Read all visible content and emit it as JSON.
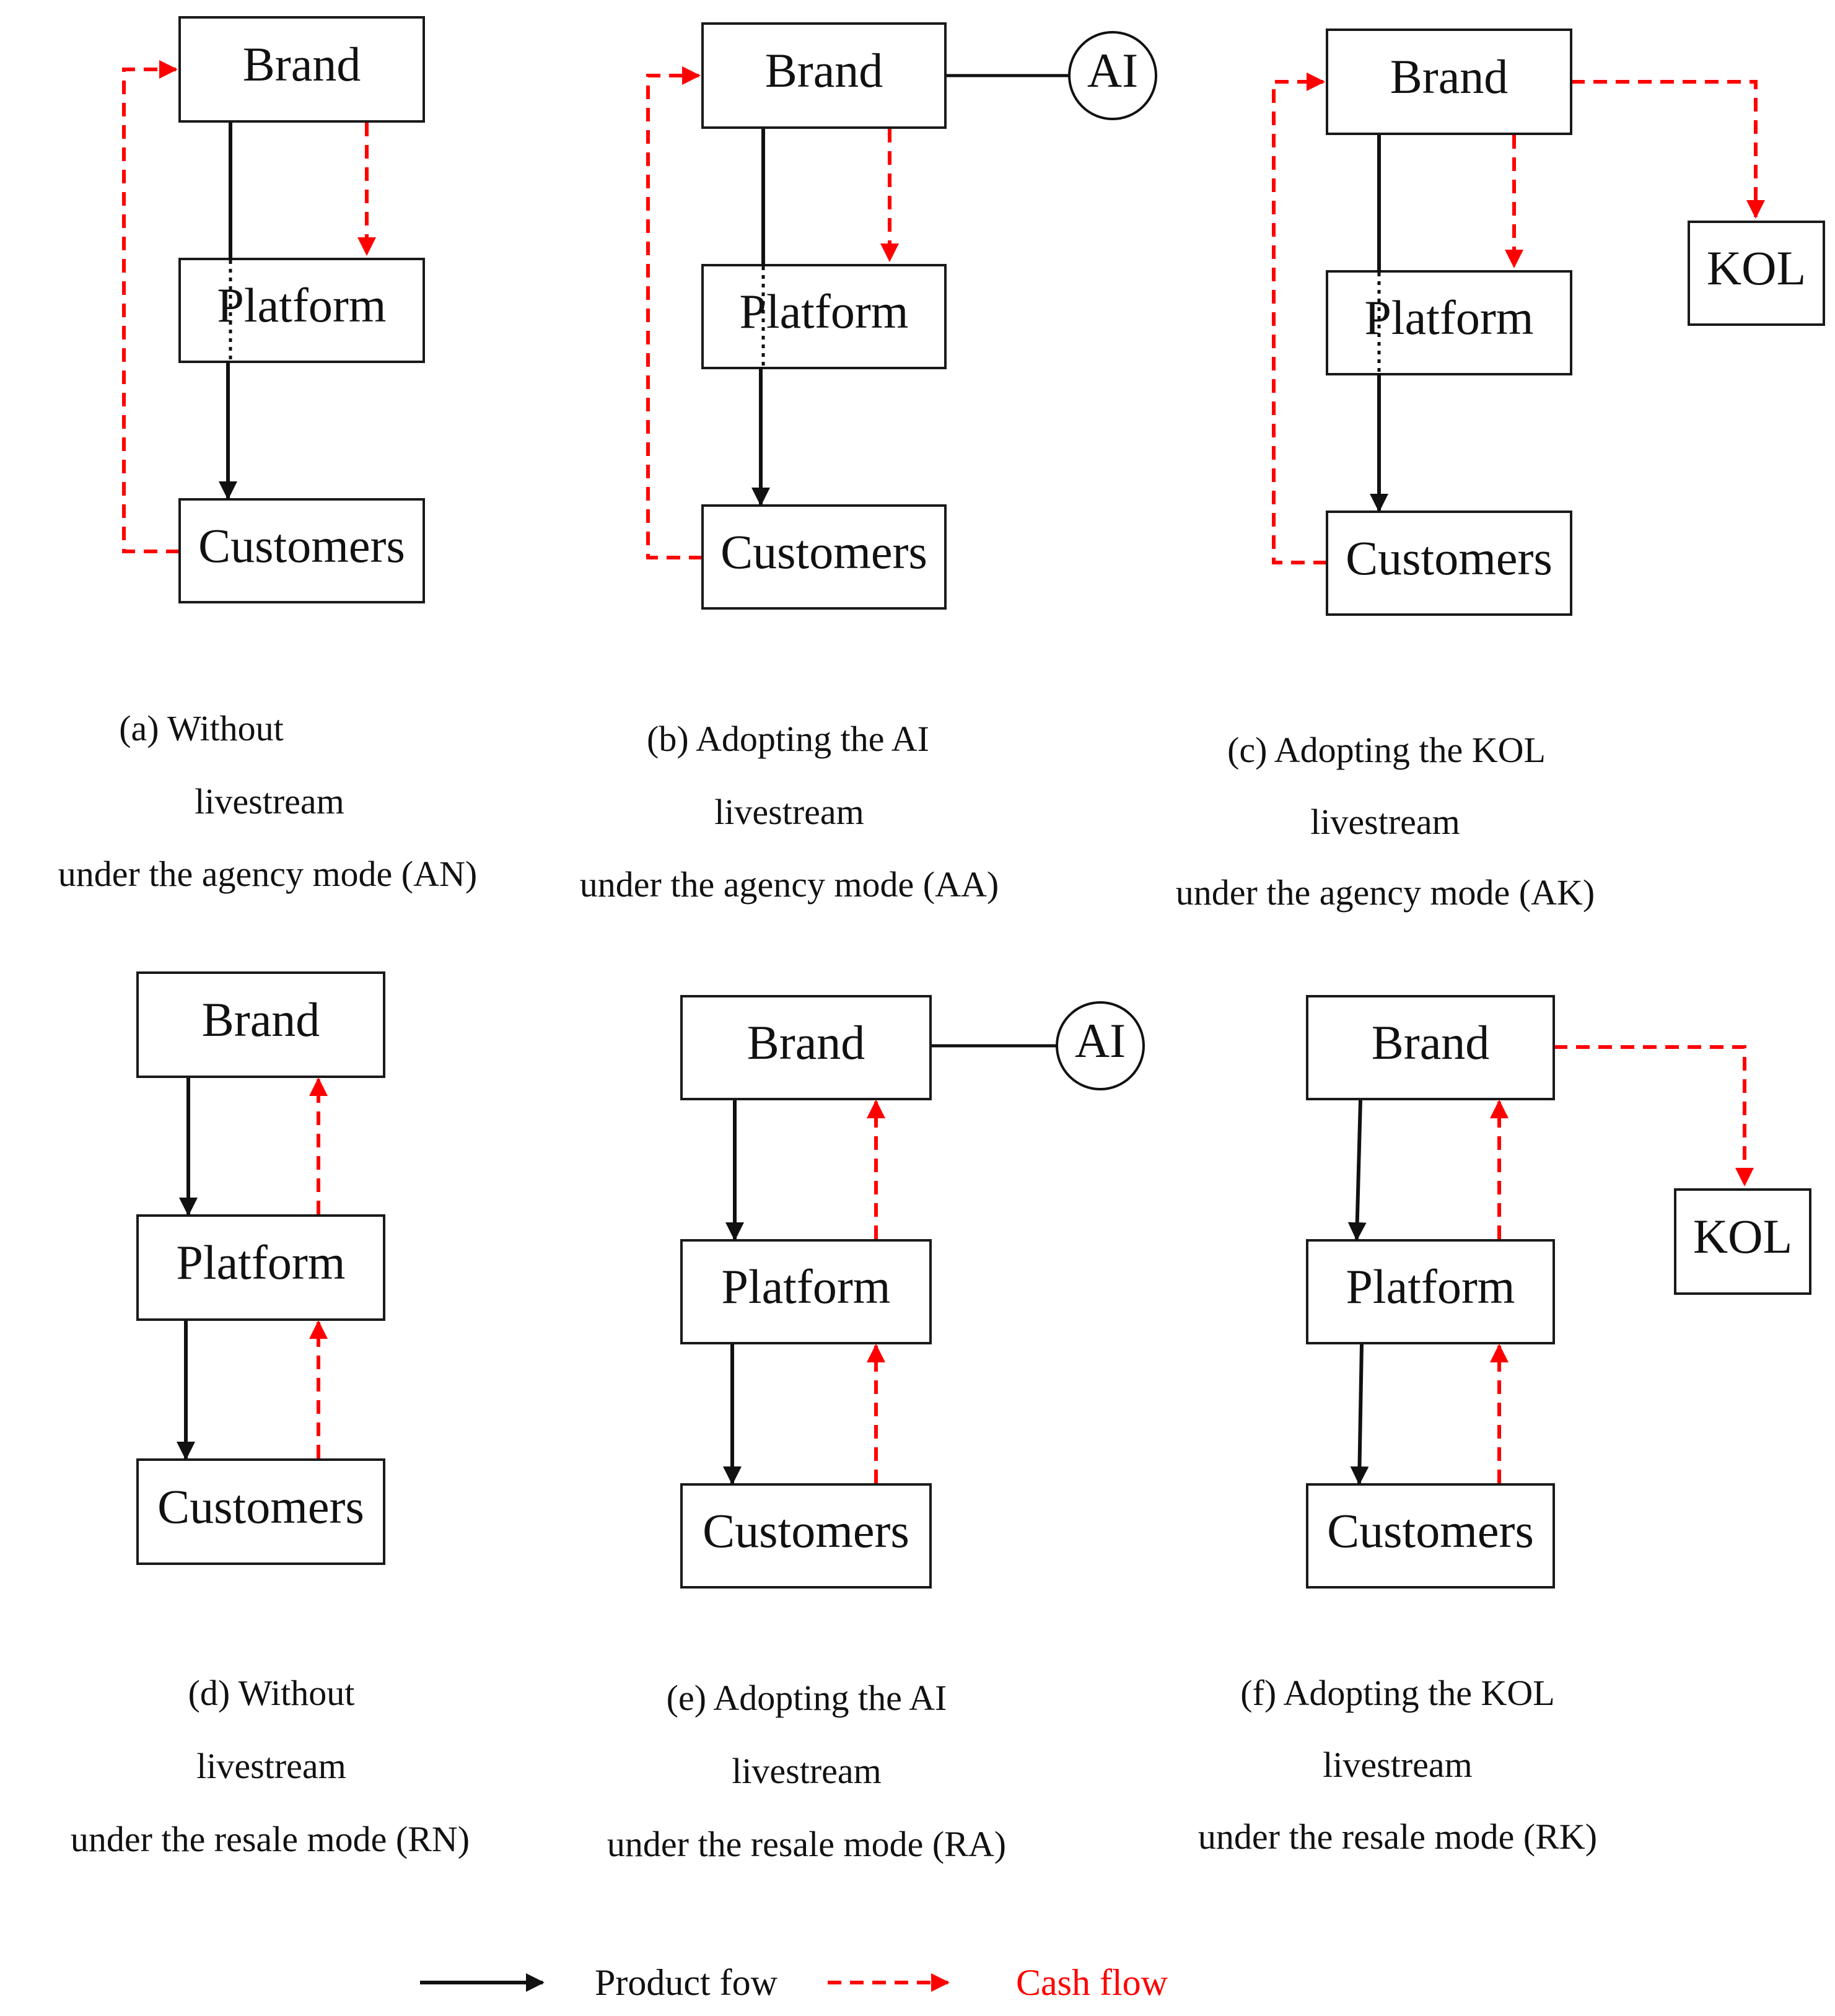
{
  "colors": {
    "product": "#111111",
    "cash": "#ff0000"
  },
  "nodes": {
    "brand": "Brand",
    "platform": "Platform",
    "customers": "Customers",
    "ai": "AI",
    "kol": "KOL"
  },
  "captions": {
    "a": [
      "(a) Without",
      "livestream",
      "under the agency mode (AN)"
    ],
    "b": [
      "(b) Adopting the AI",
      "livestream",
      "under the agency mode (AA)"
    ],
    "c": [
      "(c) Adopting the KOL",
      "livestream",
      "under the agency mode (AK)"
    ],
    "d": [
      "(d) Without",
      "livestream",
      "under the resale mode (RN)"
    ],
    "e": [
      "(e) Adopting the AI",
      "livestream",
      "under the resale mode (RA)"
    ],
    "f": [
      "(f) Adopting the KOL",
      "livestream",
      "under the resale mode (RK)"
    ]
  },
  "legend": {
    "product_flow": "Product fow",
    "cash_flow": "Cash flow"
  }
}
